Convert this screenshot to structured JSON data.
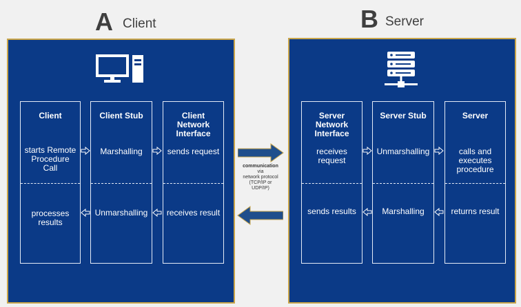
{
  "client_header": {
    "letter": "A",
    "name": "Client"
  },
  "server_header": {
    "letter": "B",
    "name": "Server"
  },
  "client_columns": [
    {
      "title": "Client",
      "top": "starts Remote Procedure Call",
      "bottom": "processes results"
    },
    {
      "title": "Client Stub",
      "top": "Marshalling",
      "bottom": "Unmarshalling"
    },
    {
      "title": "Client Network Interface",
      "top": "sends request",
      "bottom": "receives result"
    }
  ],
  "server_columns": [
    {
      "title": "Server Network Interface",
      "top": "receives request",
      "bottom": "sends results"
    },
    {
      "title": "Server Stub",
      "top": "Unmarshalling",
      "bottom": "Marshalling"
    },
    {
      "title": "Server",
      "top": "calls and executes procedure",
      "bottom": "returns result"
    }
  ],
  "communication": {
    "line1": "communication",
    "line2": "via",
    "line3": "network protocol",
    "line4": "(TCP/IP or",
    "line5": "UDP/IP)"
  },
  "colors": {
    "panel_blue": "#0b3a87",
    "panel_border": "#c9a54a",
    "arrow_blue": "#1f4e8c"
  },
  "icons": {
    "client": "computer-icon",
    "server": "server-rack-icon"
  }
}
